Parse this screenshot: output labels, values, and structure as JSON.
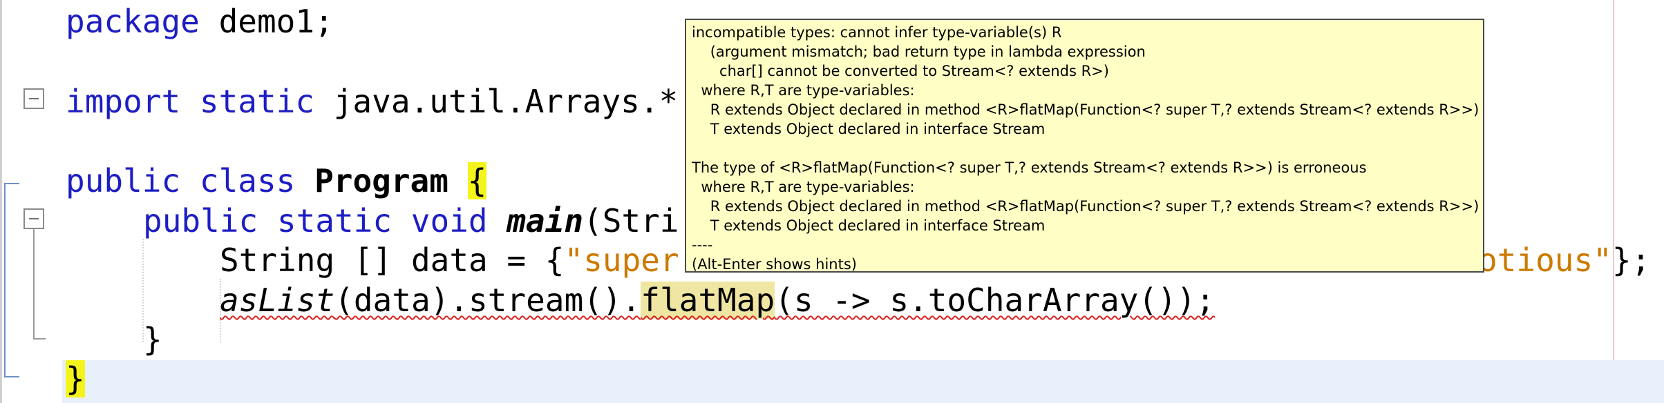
{
  "editor": {
    "lines": {
      "package_kw": "package",
      "package_name": " demo1;",
      "import_kw": "import",
      "import_static_kw": "static",
      "import_path": " java.util.Arrays.*",
      "class_kw1": "public",
      "class_kw2": "class",
      "class_name": "Program",
      "class_open_brace": "{",
      "main_kw1": "public",
      "main_kw2": "static",
      "main_kw3": "void",
      "main_name": "main",
      "main_args_visible": "(Stri",
      "data_decl": "String [] data = {",
      "data_str_start": "\"super",
      "data_str_end": "otious\"",
      "data_tail": "};",
      "stream_call": "asList",
      "stream_mid": "(data).stream().",
      "stream_flatmap": "flatMap",
      "stream_lambda": "(s -> s.toCharArray());",
      "method_close": "}",
      "class_close": "}"
    }
  },
  "tooltip": {
    "lines": [
      "incompatible types: cannot infer type-variable(s) R",
      "    (argument mismatch; bad return type in lambda expression",
      "      char[] cannot be converted to Stream<? extends R>)",
      "  where R,T are type-variables:",
      "    R extends Object declared in method <R>flatMap(Function<? super T,? extends Stream<? extends R>>)",
      "    T extends Object declared in interface Stream",
      "",
      "The type of <R>flatMap(Function<? super T,? extends Stream<? extends R>>) is erroneous",
      "  where R,T are type-variables:",
      "    R extends Object declared in method <R>flatMap(Function<? super T,? extends Stream<? extends R>>)",
      "    T extends Object declared in interface Stream",
      "----",
      "(Alt-Enter shows hints)"
    ]
  }
}
